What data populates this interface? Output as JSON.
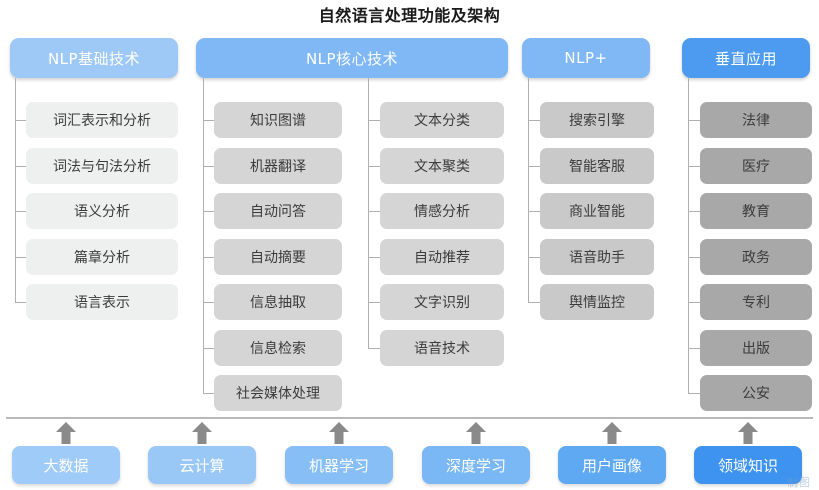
{
  "title": "自然语言处理功能及架构",
  "watermark": "制图",
  "palette": {
    "header_basic": "#9ec8f5",
    "header_core": "#7fb8f5",
    "header_plus": "#7fb8f5",
    "header_vertical": "#4d9bf0",
    "node_basic": "#eeefef",
    "node_core": "#d5d5d5",
    "node_plus": "#c9c9c9",
    "node_vertical": "#a8a8a8",
    "connector": "#b0b0b0",
    "arrow": "#8a8a8a",
    "rule": "#b9b9b9"
  },
  "columns": [
    {
      "id": "basic",
      "header": "NLP基础技术",
      "groups": [
        {
          "items": [
            "词汇表示和分析",
            "词法与句法分析",
            "语义分析",
            "篇章分析",
            "语言表示"
          ]
        }
      ]
    },
    {
      "id": "core",
      "header": "NLP核心技术",
      "groups": [
        {
          "items": [
            "知识图谱",
            "机器翻译",
            "自动问答",
            "自动摘要",
            "信息抽取",
            "信息检索",
            "社会媒体处理"
          ]
        },
        {
          "items": [
            "文本分类",
            "文本聚类",
            "情感分析",
            "自动推荐",
            "文字识别",
            "语音技术"
          ]
        }
      ]
    },
    {
      "id": "plus",
      "header": "NLP+",
      "groups": [
        {
          "items": [
            "搜索引擎",
            "智能客服",
            "商业智能",
            "语音助手",
            "舆情监控"
          ]
        }
      ]
    },
    {
      "id": "vertical",
      "header": "垂直应用",
      "groups": [
        {
          "items": [
            "法律",
            "医疗",
            "教育",
            "政务",
            "专利",
            "出版",
            "公安"
          ]
        }
      ]
    }
  ],
  "foundations": [
    {
      "label": "大数据",
      "color": "#9ecbf7"
    },
    {
      "label": "云计算",
      "color": "#9ac8f6"
    },
    {
      "label": "机器学习",
      "color": "#87bef5"
    },
    {
      "label": "深度学习",
      "color": "#7ab8f5"
    },
    {
      "label": "用户画像",
      "color": "#5fa9f3"
    },
    {
      "label": "领域知识",
      "color": "#3d93ef"
    }
  ]
}
